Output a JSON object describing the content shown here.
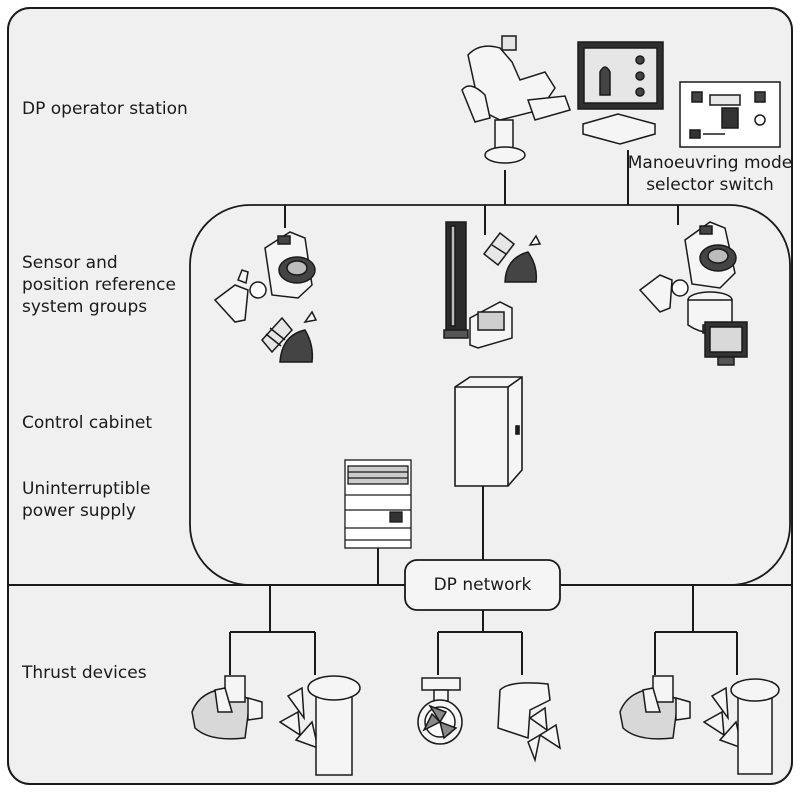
{
  "labels": {
    "operator_station": "DP operator station",
    "sensor_groups": "Sensor and\nposition reference\nsystem groups",
    "control_cabinet": "Control cabinet",
    "ups": "Uninterruptible\npower supply",
    "thrust_devices": "Thrust devices",
    "mode_selector": "Manoeuvring mode\nselector switch",
    "network": "DP network"
  },
  "icons": {
    "operator_chair": "operator-chair-icon",
    "console_panel": "console-panel-icon",
    "mode_switch": "mode-selector-switch-icon",
    "gyro": "gyro-compass-icon",
    "wind_sensor": "wind-sensor-icon",
    "gps": "gps-antenna-icon",
    "taut_wire": "taut-wire-icon",
    "cabinet": "control-cabinet-icon",
    "ups": "ups-rack-icon",
    "thruster": "thruster-icon"
  },
  "colors": {
    "background": "#f0f0f0",
    "line": "#1a1a1a",
    "node_fill": "#f5f5f5",
    "dark_fill": "#555555"
  }
}
